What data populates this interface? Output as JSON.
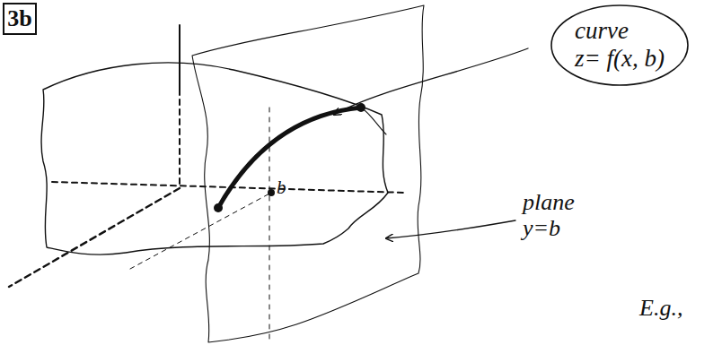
{
  "diagram": {
    "nodes": [
      {
        "text": [
          "3b"
        ]
      },
      {
        "text": [
          "curve",
          "z= f(x, b)"
        ]
      }
    ],
    "labels": [
      "b",
      "plane y=b",
      "E.g.,"
    ]
  }
}
